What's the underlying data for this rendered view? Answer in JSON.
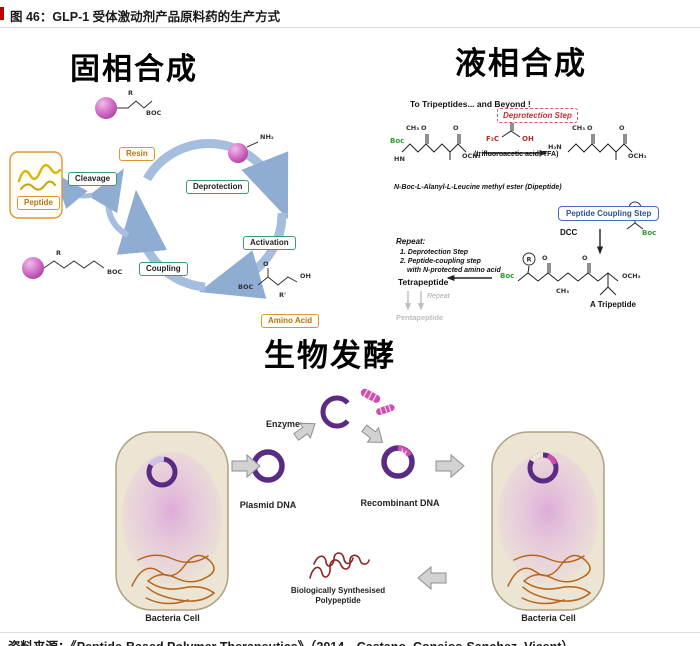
{
  "page": {
    "title": "图 46：GLP-1 受体激动剂产品原料药的生产方式",
    "source": "资料来源：《Peptide-Based Polymer Therapeutics》（2014，Castano, Conejos-Sanchez, Vicent）"
  },
  "colors": {
    "accent_red": "#c00000",
    "green_box_border": "#35a06a",
    "orange_box_border": "#dd9732",
    "blue_step_border": "#4a6db5",
    "red_step_border": "#d65555",
    "cycle_arrow_blue": "#a6bedd",
    "resin_sphere_pink": "#cf6ac3",
    "plasmid_purple": "#5a2b82",
    "insert_magenta": "#cf4fae",
    "dna_tangle_orange": "#b5651d",
    "polypeptide_red": "#8b2525"
  },
  "solid_phase": {
    "title": "固相合成",
    "resin": "Resin",
    "cleavage": "Cleavage",
    "peptide": "Peptide",
    "deprotection": "Deprotection",
    "activation": "Activation",
    "coupling": "Coupling",
    "amino_acid": "Amino Acid",
    "ann": {
      "boc": "BOC",
      "r": "R",
      "r_prime": "R'",
      "nh2": "NH₂",
      "oh": "OH",
      "o": "O"
    }
  },
  "liquid_phase": {
    "title": "液相合成",
    "heading": "To Tripeptides... and Beyond !",
    "deprotection_step": "Deprotection Step",
    "tfa_note": "(trifluoroacetic acid, TFA)",
    "dipeptide_caption": "N-Boc-L-Alanyl-L-Leucine methyl ester (Dipeptide)",
    "coupling_step": "Peptide Coupling Step",
    "repeat_title": "Repeat:",
    "repeat_step1": "1. Deprotection Step",
    "repeat_step2": "2. Peptide-coupling step",
    "repeat_step3": "with N-protected amino acid",
    "dcc": "DCC",
    "tetrapeptide": "Tetrapeptide",
    "repeat_gray": "Repeat",
    "pentapeptide": "Pentapeptide",
    "tripeptide": "A Tripeptide",
    "ann": {
      "boc": "Boc",
      "hn": "HN",
      "h2n": "H₂N",
      "ch3": "CH₃",
      "o": "O",
      "och3": "OCH₃",
      "f3c": "F₃C",
      "oh": "OH",
      "r": "R"
    }
  },
  "fermentation": {
    "title": "生物发酵",
    "enzyme": "Enzyme",
    "plasmid_dna": "Plasmid DNA",
    "recombinant_dna": "Recombinant DNA",
    "bacteria_cell_left": "Bacteria Cell",
    "bacteria_cell_right": "Bacteria Cell",
    "polypeptide": "Biologically Synthesised Polypeptide"
  }
}
